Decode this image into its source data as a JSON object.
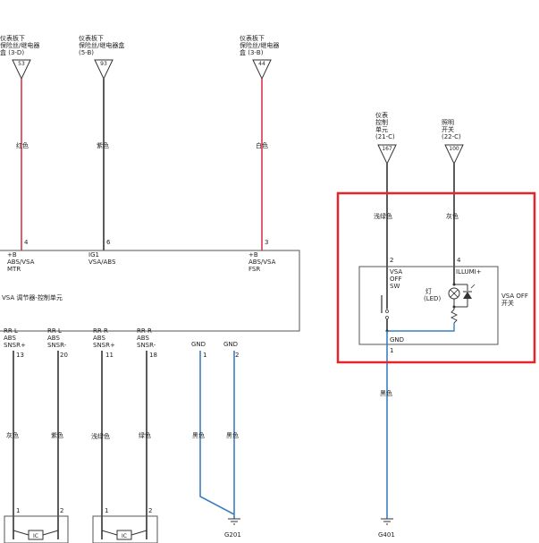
{
  "connectors_top": [
    {
      "id": "c1",
      "lines": [
        "仪表板下",
        "保险丝/继电器",
        "盒 (3-D)"
      ],
      "pin": "53",
      "wire_color_label": "红色",
      "pin_num": "4",
      "signal": [
        "+B",
        "ABS/VSA",
        "MTR"
      ]
    },
    {
      "id": "c2",
      "lines": [
        "仪表板下",
        "保险丝/继电器盒",
        "(5-B)"
      ],
      "pin": "93",
      "wire_color_label": "紫色",
      "pin_num": "6",
      "signal": [
        "IG1",
        "VSA/ABS"
      ]
    },
    {
      "id": "c3",
      "lines": [
        "仪表板下",
        "保险丝/继电器",
        "盒 (3-B)"
      ],
      "pin": "44",
      "wire_color_label": "白色",
      "pin_num": "3",
      "signal": [
        "+B",
        "ABS/VSA",
        "FSR"
      ]
    },
    {
      "id": "c4",
      "lines": [
        "仪表",
        "控制",
        "单元",
        "(21-C)"
      ],
      "pin": "167",
      "wire_color_label": "浅绿色",
      "pin_num": "2",
      "signal": [
        "VSA",
        "OFF",
        "SW"
      ]
    },
    {
      "id": "c5",
      "lines": [
        "照明",
        "开关",
        "(22-C)"
      ],
      "pin": "100",
      "wire_color_label": "灰色",
      "pin_num": "4",
      "signal": [
        "ILLUMI+"
      ]
    }
  ],
  "vsa_unit": {
    "label": "VSA 调节器-控制单元"
  },
  "bottom_pins": [
    {
      "signal": [
        "RR L",
        "ABS",
        "SNSR+"
      ],
      "pin": "13",
      "wire_color_label": "灰色",
      "ic_pin": "1"
    },
    {
      "signal": [
        "RR L",
        "ABS",
        "SNSR-"
      ],
      "pin": "20",
      "wire_color_label": "紫色",
      "ic_pin": "2"
    },
    {
      "signal": [
        "RR R",
        "ABS",
        "SNSR+"
      ],
      "pin": "11",
      "wire_color_label": "浅绿色",
      "ic_pin": "1"
    },
    {
      "signal": [
        "RR R",
        "ABS",
        "SNSR-"
      ],
      "pin": "18",
      "wire_color_label": "绿色",
      "ic_pin": "2"
    },
    {
      "signal": [
        "GND"
      ],
      "pin": "1",
      "wire_color_label": "黑色"
    },
    {
      "signal": [
        "GND"
      ],
      "pin": "2",
      "wire_color_label": "黑色"
    }
  ],
  "ic_label": "IC",
  "ground_left": "G201",
  "ground_right": "G401",
  "switch": {
    "label": [
      "VSA OFF",
      "开关"
    ],
    "lamp_label": [
      "灯",
      "(LED)"
    ],
    "gnd_label": "GND",
    "gnd_pin": "1",
    "gnd_wire_color_label": "黑色"
  },
  "colors": {
    "red_wire": "#d9364b",
    "black_wire": "#333333",
    "blue_wire": "#3b7fc4",
    "highlight": "#e5252a"
  }
}
